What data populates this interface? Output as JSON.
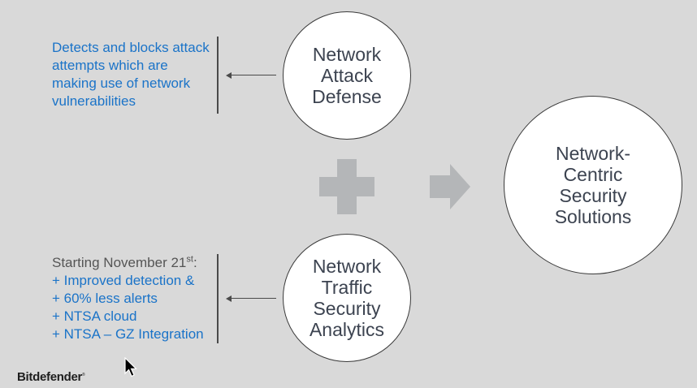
{
  "top_description": "Detects and blocks attack attempts which are making use of network vulnerabilities",
  "bottom_description": {
    "intro_text": "Starting November 21",
    "intro_sup": "st",
    "intro_suffix": ":",
    "items": [
      "+ Improved detection &",
      "+ 60% less alerts",
      "+ NTSA cloud",
      "+ NTSA – GZ Integration"
    ]
  },
  "circles": {
    "nad": [
      "Network",
      "Attack",
      "Defense"
    ],
    "ntsa": [
      "Network",
      "Traffic",
      "Security",
      "Analytics"
    ],
    "ncss": [
      "Network-",
      "Centric",
      "Security",
      "Solutions"
    ]
  },
  "logo": {
    "text": "Bitdefender",
    "mark": "®"
  },
  "colors": {
    "background": "#d9d9d9",
    "accent_blue": "#1a73c8",
    "circle_fill": "#ffffff",
    "symbol_gray": "#b4b6b8",
    "circle_text": "#3c4350"
  },
  "icons": [
    "plus-icon",
    "right-arrow-icon",
    "mouse-cursor-icon",
    "left-arrow-icon"
  ]
}
